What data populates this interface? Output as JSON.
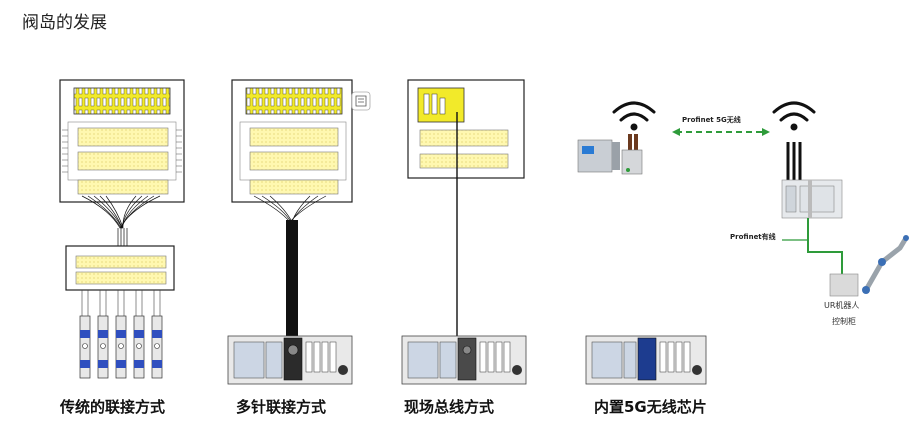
{
  "page": {
    "title": "阀岛的发展"
  },
  "captions": {
    "traditional": "传统的联接方式",
    "multipin": "多针联接方式",
    "fieldbus": "现场总线方式",
    "wireless": "内置5G无线芯片"
  },
  "labels": {
    "profinet_5g": "Profinet 5G无线",
    "profinet_wired": "Profinet有线",
    "ur_robot_line1": "UR机器人",
    "ur_robot_line2": "控制柜"
  },
  "colors": {
    "pcb_yellow": "#fff7a8",
    "chip_yellow": "#f2ea2a",
    "green_link": "#2e9b3a",
    "valve_blue": "#2f4fbf"
  }
}
